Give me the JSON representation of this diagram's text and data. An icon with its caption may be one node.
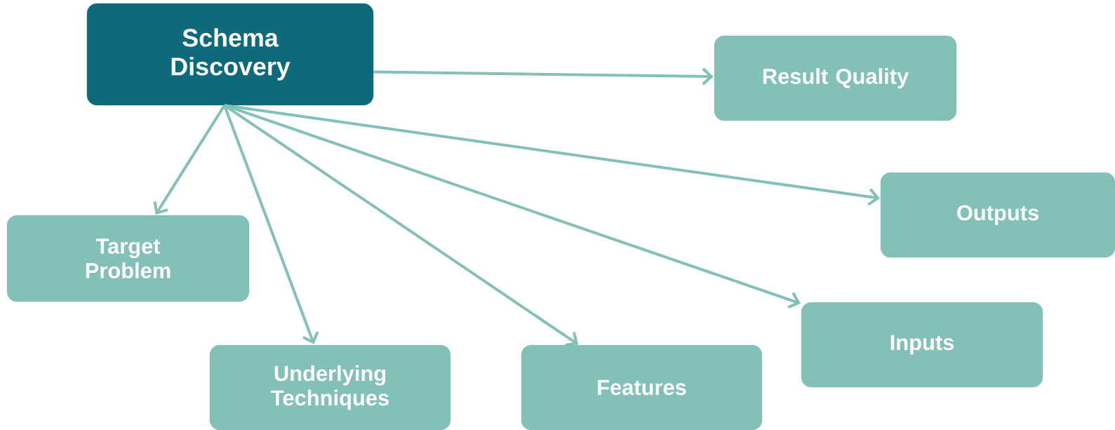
{
  "diagram": {
    "nodes": [
      {
        "text": [
          "Schema Discovery"
        ]
      },
      {
        "text": [
          "Result Quality"
        ]
      },
      {
        "text": [
          "Outputs"
        ]
      },
      {
        "text": [
          "Target Problem"
        ]
      },
      {
        "text": [
          "Inputs"
        ]
      },
      {
        "text": [
          "Underlying Techniques"
        ]
      },
      {
        "text": [
          "Features"
        ]
      }
    ],
    "edges": [
      {
        "from": 0,
        "to": 1,
        "arrow": "to"
      },
      {
        "from": 0,
        "to": 2,
        "arrow": "to"
      },
      {
        "from": 0,
        "to": 3,
        "arrow": "to"
      },
      {
        "from": 0,
        "to": 4,
        "arrow": "to"
      },
      {
        "from": 0,
        "to": 5,
        "arrow": "to"
      },
      {
        "from": 0,
        "to": 6,
        "arrow": "to"
      }
    ]
  }
}
